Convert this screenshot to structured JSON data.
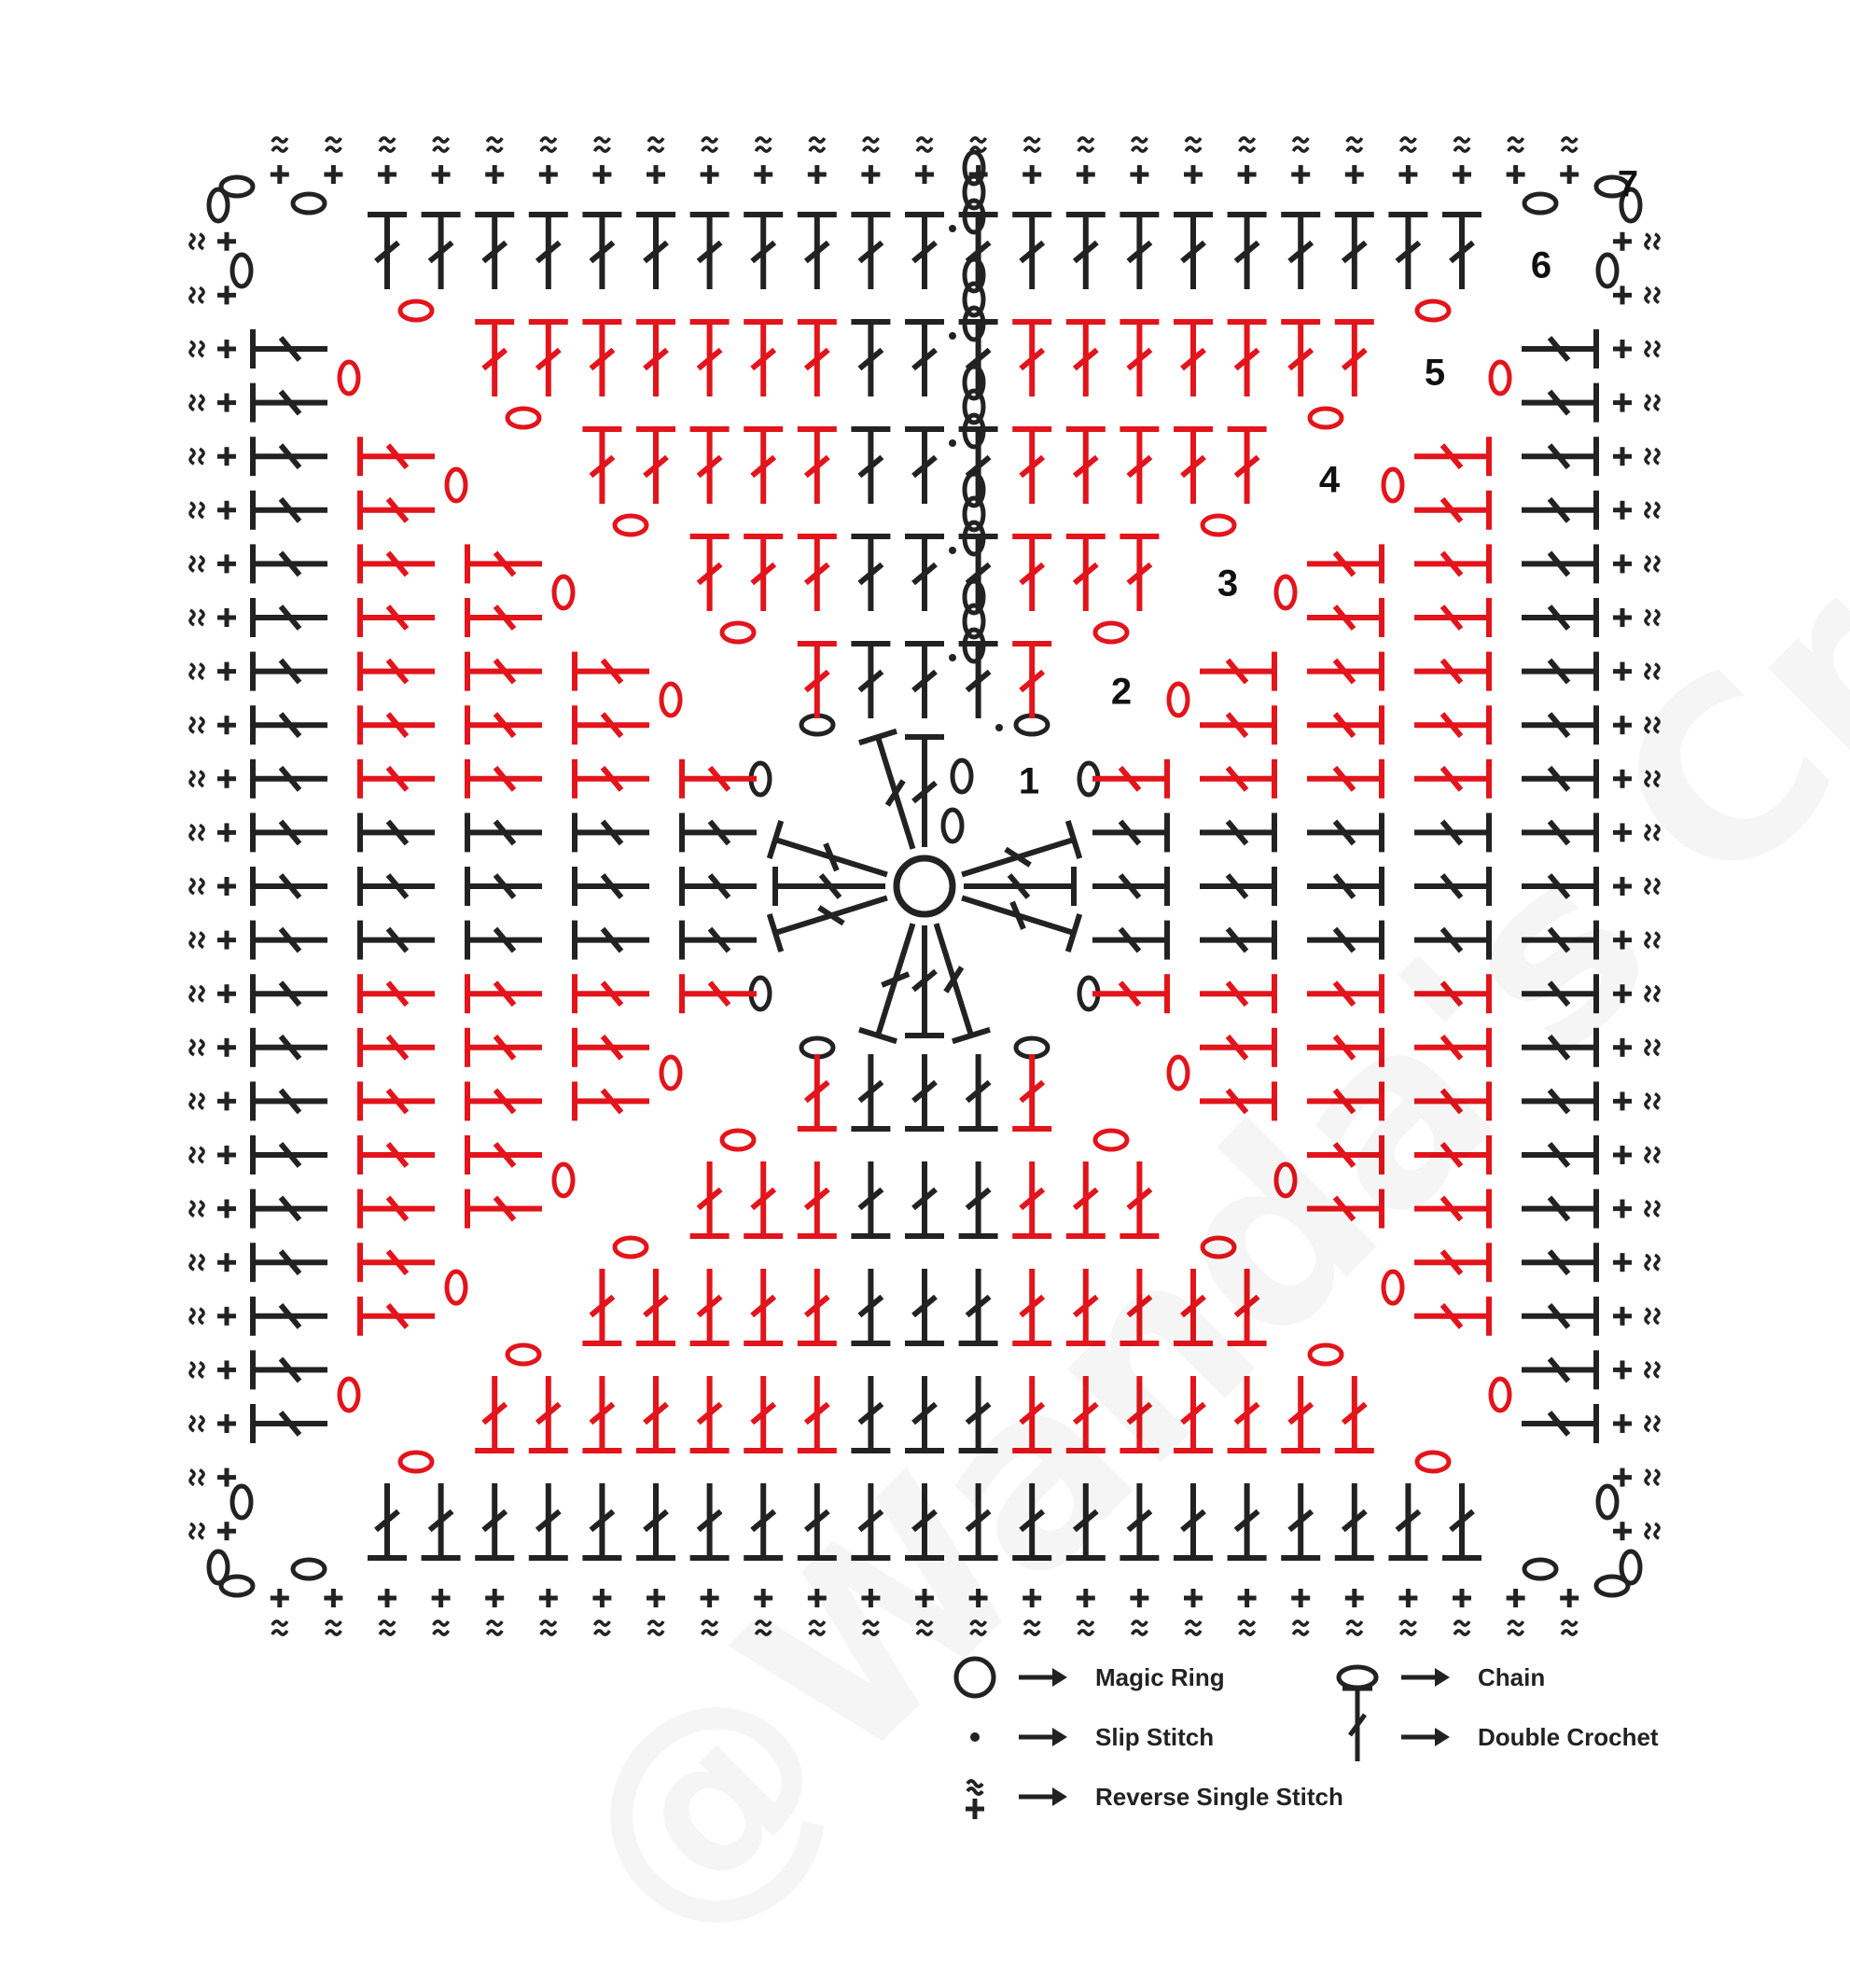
{
  "diagram": {
    "colors": {
      "black": "#222222",
      "red": "#e3141b",
      "background": "#ffffff"
    },
    "round_labels": [
      "1",
      "2",
      "3",
      "4",
      "5",
      "6",
      "7"
    ],
    "watermark": "@Wanda's Crafts"
  },
  "legend": {
    "items": [
      {
        "icon": "magic-ring-icon",
        "label": "Magic Ring"
      },
      {
        "icon": "chain-icon",
        "label": "Chain"
      },
      {
        "icon": "slip-stitch-icon",
        "label": "Slip Stitch"
      },
      {
        "icon": "double-crochet-icon",
        "label": "Double Crochet"
      },
      {
        "icon": "reverse-single-stitch-icon",
        "label": "Reverse Single Stitch"
      }
    ]
  }
}
